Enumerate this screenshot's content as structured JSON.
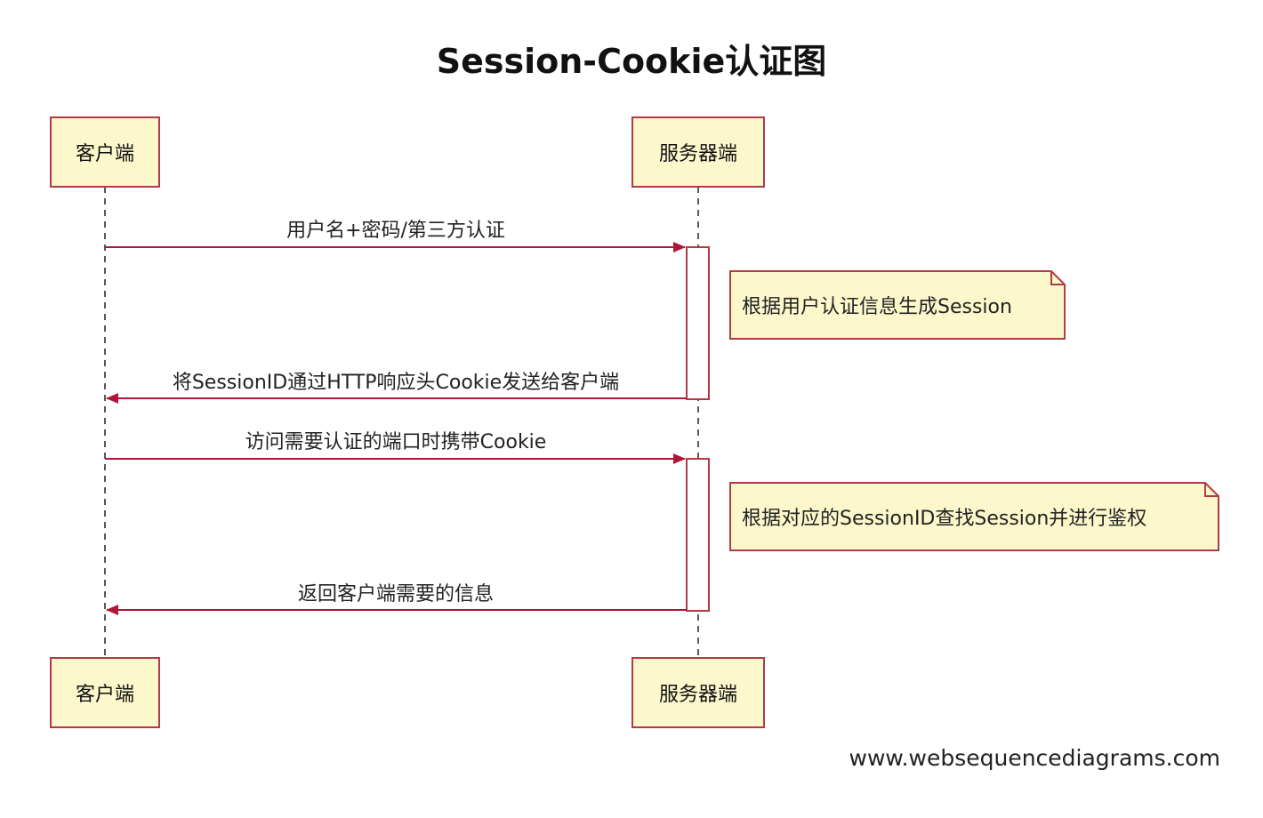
{
  "title": "Session-Cookie认证图",
  "participants": {
    "client": "客户端",
    "server": "服务器端"
  },
  "messages": [
    {
      "label": "用户名+密码/第三方认证",
      "from": "client",
      "to": "server"
    },
    {
      "label": "将SessionID通过HTTP响应头Cookie发送给客户端",
      "from": "server",
      "to": "client"
    },
    {
      "label": "访问需要认证的端口时携带Cookie",
      "from": "client",
      "to": "server"
    },
    {
      "label": "返回客户端需要的信息",
      "from": "server",
      "to": "client"
    }
  ],
  "notes": [
    {
      "text": "根据用户认证信息生成Session"
    },
    {
      "text": "根据对应的SessionID查找Session并进行鉴权"
    }
  ],
  "watermark": "www.websequencediagrams.com",
  "colors": {
    "box_fill": "#fdf8cc",
    "box_border": "#b23a48",
    "arrow": "#b0163a",
    "lifeline": "#222222"
  }
}
